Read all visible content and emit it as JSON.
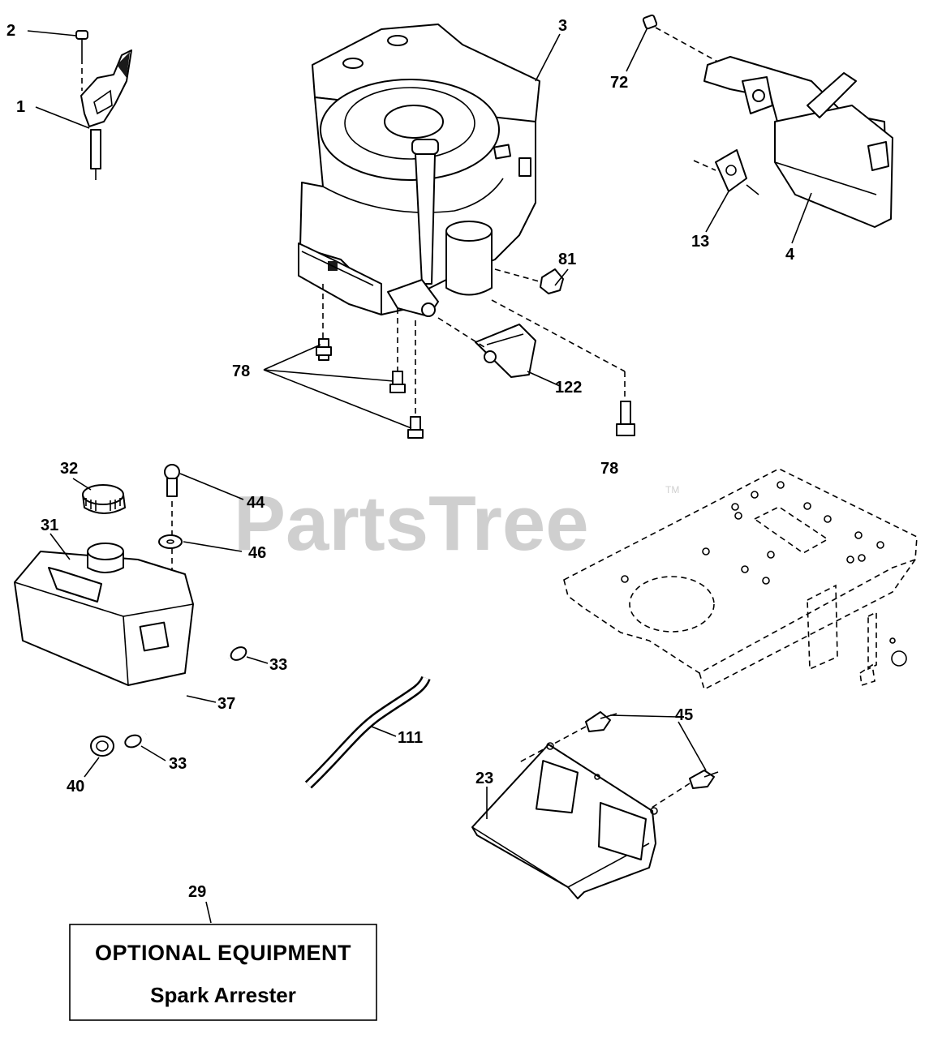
{
  "watermark": {
    "text": "PartsTree",
    "trademark": "TM"
  },
  "callouts": [
    "1",
    "2",
    "3",
    "72",
    "4",
    "13",
    "81",
    "78",
    "78",
    "122",
    "32",
    "44",
    "31",
    "46",
    "33",
    "37",
    "33",
    "40",
    "111",
    "45",
    "23",
    "29"
  ],
  "notice_box": {
    "title": "OPTIONAL EQUIPMENT",
    "subtitle": "Spark Arrester"
  },
  "colors": {
    "ink": "#000000",
    "watermark": "#cfcfcf",
    "background": "#ffffff"
  }
}
